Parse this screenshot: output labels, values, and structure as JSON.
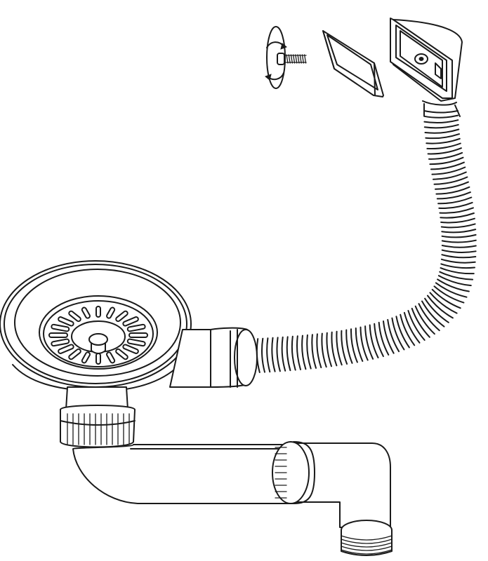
{
  "diagram": {
    "parts": [
      {
        "name": "screw-with-rotation-arrows"
      },
      {
        "name": "rectangular-gasket"
      },
      {
        "name": "overflow-cover-plate"
      },
      {
        "name": "corrugated-overflow-hose"
      },
      {
        "name": "sink-strainer-basket"
      },
      {
        "name": "strainer-body-with-nut"
      },
      {
        "name": "horizontal-drain-pipe"
      },
      {
        "name": "elbow-outlet-with-threaded-end"
      }
    ],
    "style": {
      "line_color": "#1a1a1a",
      "background": "#ffffff"
    }
  }
}
